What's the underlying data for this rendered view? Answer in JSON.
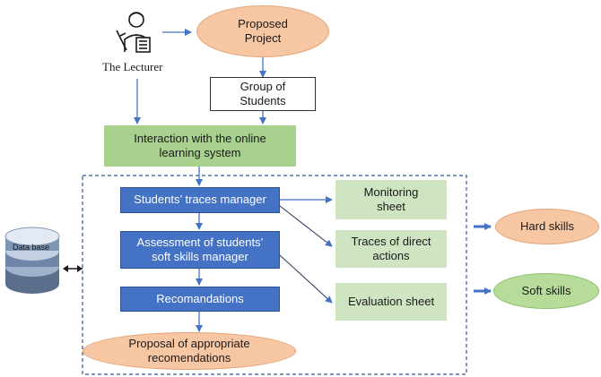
{
  "nodes": {
    "lecturer_label": "The Lecturer",
    "proposed_project": "Proposed\nProject",
    "group_of_students": "Group of\nStudents",
    "interaction": "Interaction with the online\nlearning system",
    "traces_manager": "Students’ traces manager",
    "assessment_manager": "Assessment  of students’\nsoft skills manager",
    "recommandations": "Recomandations",
    "proposal": "Proposal of appropriate\nrecomendations",
    "monitoring_sheet": "Monitoring\nsheet",
    "traces_direct_actions": "Traces of direct\nactions",
    "evaluation_sheet": "Evaluation sheet",
    "hard_skills": "Hard skills",
    "soft_skills": "Soft skills",
    "database_label": "Data base"
  },
  "icons": {
    "lecturer": "person-reading-icon",
    "database": "database-icon"
  },
  "colors": {
    "orange_fill": "#f7c6a3",
    "green_fill": "#a9d18e",
    "light_green_fill": "#cfe5c1",
    "soft_green_fill": "#b7dc9a",
    "blue_fill": "#4472c4",
    "arrow": "#4472c4",
    "dashed_border": "#2f5597"
  }
}
